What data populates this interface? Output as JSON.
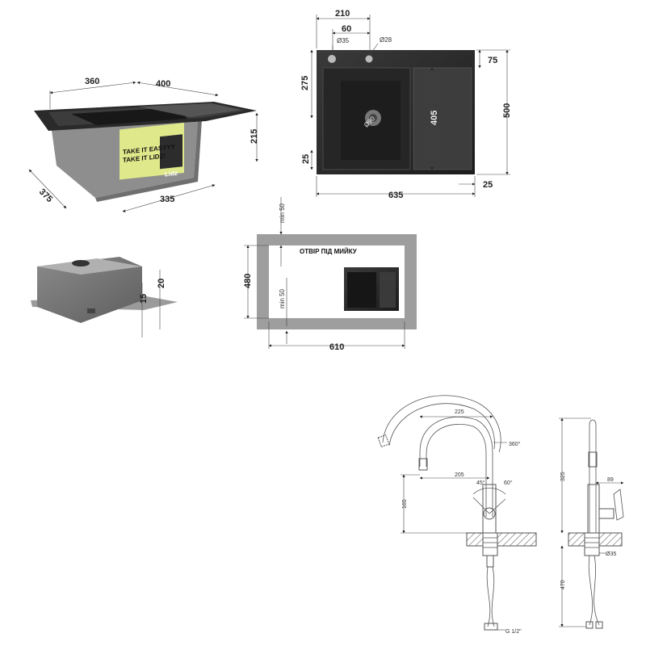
{
  "sink_perspective": {
    "dims": {
      "top_left_length": "360",
      "top_right_length": "400",
      "depth": "215",
      "side_width": "375",
      "bottom_length": "335"
    },
    "label": {
      "line1": "TAKE IT EASYYY",
      "line2": "TAKE IT LIDZ!",
      "brand": "Lidz"
    }
  },
  "sink_top_view": {
    "dims": {
      "outer_width": "635",
      "outer_height": "500",
      "top_offset": "210",
      "hole_spacing": "60",
      "hole_large": "Ø35",
      "hole_small": "Ø28",
      "top_margin": "75",
      "bowl_offset": "275",
      "drainer_length": "405",
      "bottom_margin": "25",
      "side_margin": "25",
      "drain": "Ø90"
    }
  },
  "cutout": {
    "title": "ОТВІР ПІД МИЙКУ",
    "dims": {
      "width": "610",
      "height": "480",
      "top_min": "min 50",
      "left_min": "min 50"
    }
  },
  "sink_side_view": {
    "dims": {
      "flange": "15",
      "height": "20"
    }
  },
  "faucet_front": {
    "dims": {
      "reach": "225",
      "rotation": "360°",
      "spout_offset": "205",
      "angle_left": "45°",
      "angle_right": "60°",
      "handle_height": "165",
      "thread": "G 1/2\""
    }
  },
  "faucet_side": {
    "dims": {
      "height": "325",
      "handle_offset": "89",
      "base_diameter": "Ø35",
      "hose_length": "470"
    }
  }
}
